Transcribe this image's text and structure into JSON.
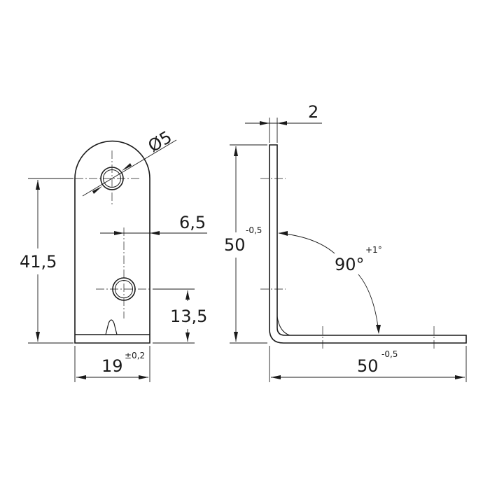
{
  "drawing": {
    "subject": "L-bracket technical drawing",
    "front_view": {
      "hole_diameter": {
        "label": "Ø5"
      },
      "height": {
        "label": "41,5"
      },
      "hole_offset": {
        "label": "6,5"
      },
      "hole_height": {
        "label": "13,5"
      },
      "width": {
        "label": "19",
        "tolerance": "±0,2"
      }
    },
    "side_view": {
      "thickness": {
        "label": "2"
      },
      "vertical_leg": {
        "label": "50",
        "tolerance": "-0,5"
      },
      "angle": {
        "label": "90°",
        "tolerance": "+1°"
      },
      "horizontal_leg": {
        "label": "50",
        "tolerance": "-0,5"
      }
    }
  },
  "colors": {
    "line": "#1a1a1a",
    "background": "#ffffff"
  }
}
